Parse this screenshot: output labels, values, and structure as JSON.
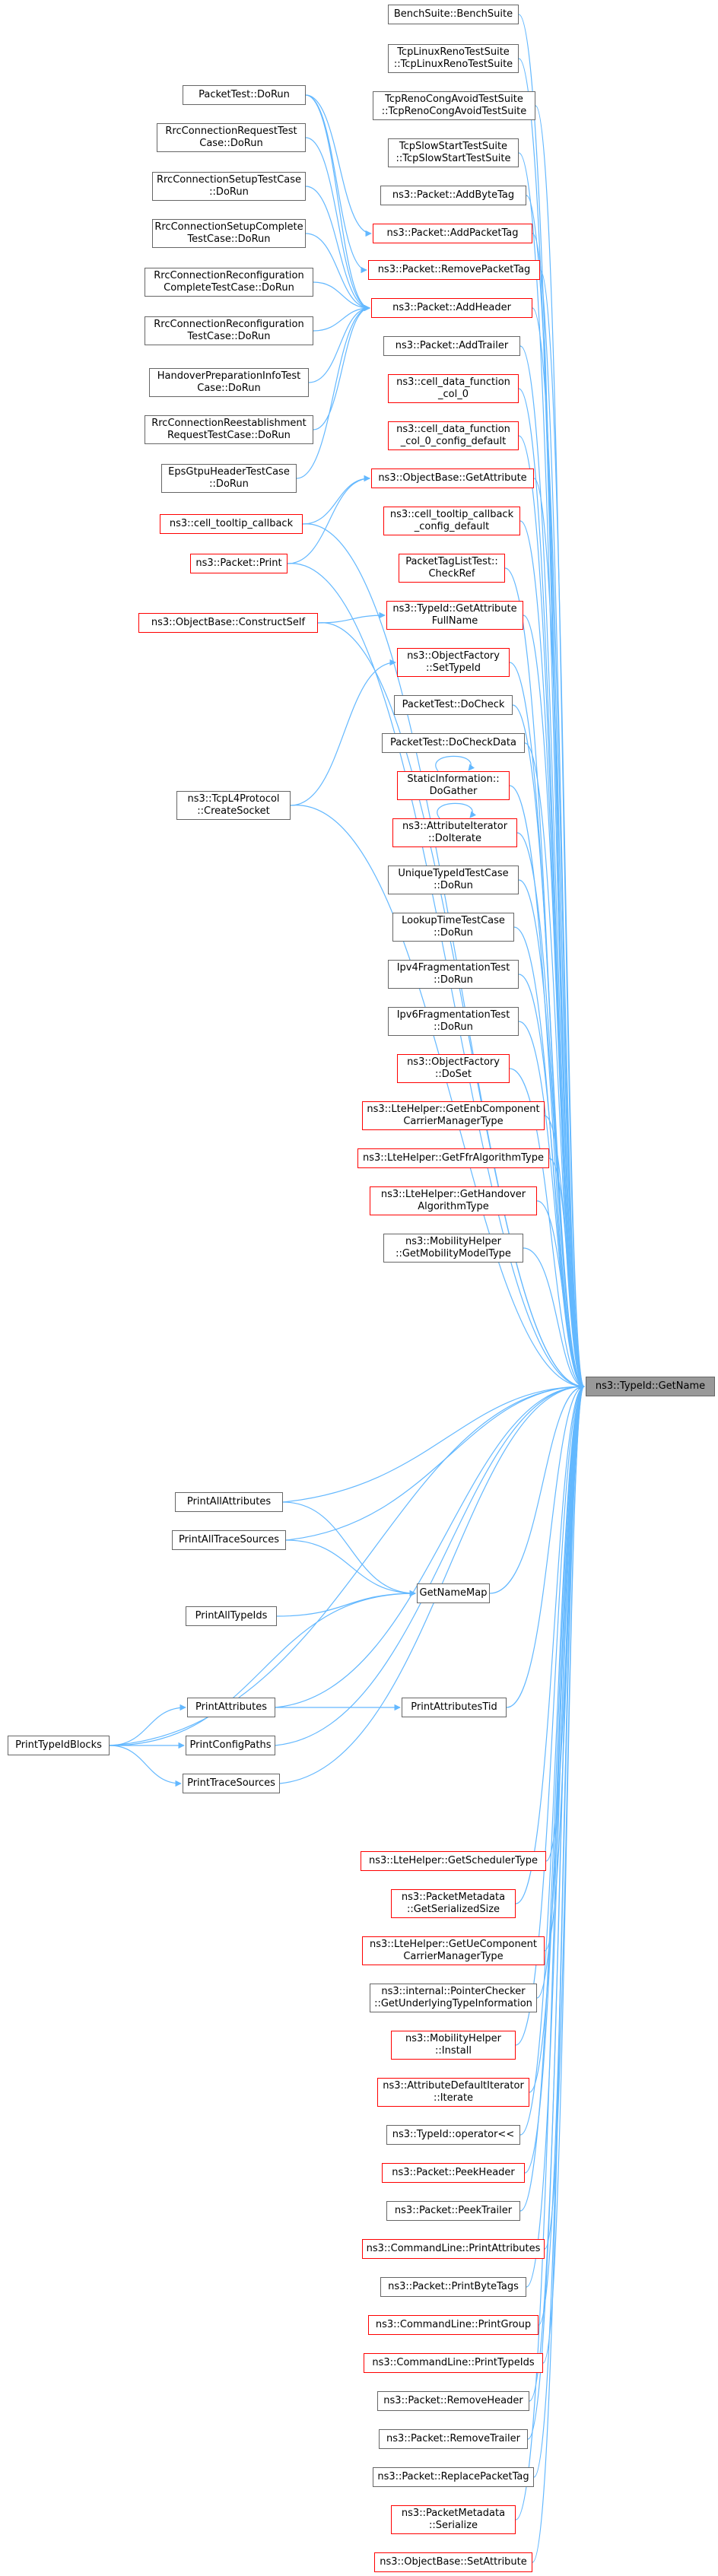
{
  "graph": {
    "target": "ns3::TypeId::GetName",
    "colors": {
      "edge": "#63b8ff",
      "normal_border": "#666666",
      "red_border": "#ff0000",
      "target_fill": "#999999"
    },
    "nodes": [
      {
        "id": "n0",
        "label": "BenchSuite::BenchSuite",
        "style": "normal"
      },
      {
        "id": "n1",
        "label": "TcpLinuxRenoTestSuite\n::TcpLinuxRenoTestSuite",
        "style": "normal"
      },
      {
        "id": "n2",
        "label": "TcpRenoCongAvoidTestSuite\n::TcpRenoCongAvoidTestSuite",
        "style": "normal"
      },
      {
        "id": "n3",
        "label": "TcpSlowStartTestSuite\n::TcpSlowStartTestSuite",
        "style": "normal"
      },
      {
        "id": "n4",
        "label": "ns3::Packet::AddByteTag",
        "style": "normal"
      },
      {
        "id": "n5",
        "label": "ns3::Packet::AddPacketTag",
        "style": "red"
      },
      {
        "id": "n6",
        "label": "ns3::Packet::RemovePacketTag",
        "style": "red"
      },
      {
        "id": "n7",
        "label": "ns3::Packet::AddHeader",
        "style": "red"
      },
      {
        "id": "n8",
        "label": "ns3::Packet::AddTrailer",
        "style": "normal"
      },
      {
        "id": "n9",
        "label": "ns3::cell_data_function\n_col_0",
        "style": "red"
      },
      {
        "id": "n10",
        "label": "ns3::cell_data_function\n_col_0_config_default",
        "style": "red"
      },
      {
        "id": "n11",
        "label": "ns3::ObjectBase::GetAttribute",
        "style": "red"
      },
      {
        "id": "n12",
        "label": "ns3::cell_tooltip_callback\n_config_default",
        "style": "red"
      },
      {
        "id": "n13",
        "label": "PacketTagListTest::\nCheckRef",
        "style": "red"
      },
      {
        "id": "n14",
        "label": "ns3::TypeId::GetAttribute\nFullName",
        "style": "red"
      },
      {
        "id": "n15",
        "label": "ns3::ObjectFactory\n::SetTypeId",
        "style": "red"
      },
      {
        "id": "n16",
        "label": "PacketTest::DoCheck",
        "style": "normal"
      },
      {
        "id": "n17",
        "label": "PacketTest::DoCheckData",
        "style": "normal"
      },
      {
        "id": "n18",
        "label": "StaticInformation::\nDoGather",
        "style": "red"
      },
      {
        "id": "n19",
        "label": "ns3::AttributeIterator\n::DoIterate",
        "style": "red"
      },
      {
        "id": "n20",
        "label": "UniqueTypeIdTestCase\n::DoRun",
        "style": "normal"
      },
      {
        "id": "n21",
        "label": "LookupTimeTestCase\n::DoRun",
        "style": "normal"
      },
      {
        "id": "n22",
        "label": "Ipv4FragmentationTest\n::DoRun",
        "style": "normal"
      },
      {
        "id": "n23",
        "label": "Ipv6FragmentationTest\n::DoRun",
        "style": "normal"
      },
      {
        "id": "n24",
        "label": "ns3::ObjectFactory\n::DoSet",
        "style": "red"
      },
      {
        "id": "n25",
        "label": "ns3::LteHelper::GetEnbComponent\nCarrierManagerType",
        "style": "red"
      },
      {
        "id": "n26",
        "label": "ns3::LteHelper::GetFfrAlgorithmType",
        "style": "red"
      },
      {
        "id": "n27",
        "label": "ns3::LteHelper::GetHandover\nAlgorithmType",
        "style": "red"
      },
      {
        "id": "n28",
        "label": "ns3::MobilityHelper\n::GetMobilityModelType",
        "style": "normal"
      },
      {
        "id": "n29",
        "label": "GetNameMap",
        "style": "normal"
      },
      {
        "id": "n30",
        "label": "PrintAttributesTid",
        "style": "normal"
      },
      {
        "id": "n31",
        "label": "ns3::LteHelper::GetSchedulerType",
        "style": "red"
      },
      {
        "id": "n32",
        "label": "ns3::PacketMetadata\n::GetSerializedSize",
        "style": "red"
      },
      {
        "id": "n33",
        "label": "ns3::LteHelper::GetUeComponent\nCarrierManagerType",
        "style": "red"
      },
      {
        "id": "n34",
        "label": "ns3::internal::PointerChecker\n::GetUnderlyingTypeInformation",
        "style": "normal"
      },
      {
        "id": "n35",
        "label": "ns3::MobilityHelper\n::Install",
        "style": "red"
      },
      {
        "id": "n36",
        "label": "ns3::AttributeDefaultIterator\n::Iterate",
        "style": "red"
      },
      {
        "id": "n37",
        "label": "ns3::TypeId::operator<<",
        "style": "normal"
      },
      {
        "id": "n38",
        "label": "ns3::Packet::PeekHeader",
        "style": "red"
      },
      {
        "id": "n39",
        "label": "ns3::Packet::PeekTrailer",
        "style": "normal"
      },
      {
        "id": "n40",
        "label": "ns3::CommandLine::PrintAttributes",
        "style": "red"
      },
      {
        "id": "n41",
        "label": "ns3::Packet::PrintByteTags",
        "style": "normal"
      },
      {
        "id": "n42",
        "label": "ns3::CommandLine::PrintGroup",
        "style": "red"
      },
      {
        "id": "n43",
        "label": "ns3::CommandLine::PrintTypeIds",
        "style": "red"
      },
      {
        "id": "n44",
        "label": "ns3::Packet::RemoveHeader",
        "style": "normal"
      },
      {
        "id": "n45",
        "label": "ns3::Packet::RemoveTrailer",
        "style": "normal"
      },
      {
        "id": "n46",
        "label": "ns3::Packet::ReplacePacketTag",
        "style": "normal"
      },
      {
        "id": "n47",
        "label": "ns3::PacketMetadata\n::Serialize",
        "style": "red"
      },
      {
        "id": "n48",
        "label": "ns3::ObjectBase::SetAttribute",
        "style": "red"
      },
      {
        "id": "t",
        "label": "ns3::TypeId::GetName",
        "style": "target"
      },
      {
        "id": "a0",
        "label": "PacketTest::DoRun",
        "style": "normal"
      },
      {
        "id": "a1",
        "label": "RrcConnectionRequestTest\nCase::DoRun",
        "style": "normal"
      },
      {
        "id": "a2",
        "label": "RrcConnectionSetupTestCase\n::DoRun",
        "style": "normal"
      },
      {
        "id": "a3",
        "label": "RrcConnectionSetupComplete\nTestCase::DoRun",
        "style": "normal"
      },
      {
        "id": "a4",
        "label": "RrcConnectionReconfiguration\nCompleteTestCase::DoRun",
        "style": "normal"
      },
      {
        "id": "a5",
        "label": "RrcConnectionReconfiguration\nTestCase::DoRun",
        "style": "normal"
      },
      {
        "id": "a6",
        "label": "HandoverPreparationInfoTest\nCase::DoRun",
        "style": "normal"
      },
      {
        "id": "a7",
        "label": "RrcConnectionReestablishment\nRequestTestCase::DoRun",
        "style": "normal"
      },
      {
        "id": "a8",
        "label": "EpsGtpuHeaderTestCase\n::DoRun",
        "style": "normal"
      },
      {
        "id": "a9",
        "label": "ns3::cell_tooltip_callback",
        "style": "red"
      },
      {
        "id": "a10",
        "label": "ns3::Packet::Print",
        "style": "red"
      },
      {
        "id": "a11",
        "label": "ns3::ObjectBase::ConstructSelf",
        "style": "red"
      },
      {
        "id": "a12",
        "label": "ns3::TcpL4Protocol\n::CreateSocket",
        "style": "normal"
      },
      {
        "id": "a13",
        "label": "PrintAllAttributes",
        "style": "normal"
      },
      {
        "id": "a14",
        "label": "PrintAllTraceSources",
        "style": "normal"
      },
      {
        "id": "a15",
        "label": "PrintAllTypeIds",
        "style": "normal"
      },
      {
        "id": "a16",
        "label": "PrintAttributes",
        "style": "normal"
      },
      {
        "id": "a17",
        "label": "PrintConfigPaths",
        "style": "normal"
      },
      {
        "id": "a18",
        "label": "PrintTraceSources",
        "style": "normal"
      },
      {
        "id": "a19",
        "label": "PrintTypeIdBlocks",
        "style": "normal"
      }
    ],
    "edges": [
      [
        "a0",
        "n5"
      ],
      [
        "a0",
        "n6"
      ],
      [
        "a0",
        "n7"
      ],
      [
        "a1",
        "n7"
      ],
      [
        "a2",
        "n7"
      ],
      [
        "a3",
        "n7"
      ],
      [
        "a4",
        "n7"
      ],
      [
        "a5",
        "n7"
      ],
      [
        "a6",
        "n7"
      ],
      [
        "a7",
        "n7"
      ],
      [
        "a8",
        "n7"
      ],
      [
        "a9",
        "n11"
      ],
      [
        "a10",
        "n11"
      ],
      [
        "a11",
        "n14"
      ],
      [
        "a12",
        "n15"
      ],
      [
        "n18",
        "n18"
      ],
      [
        "n19",
        "n19"
      ],
      [
        "a13",
        "n29"
      ],
      [
        "a14",
        "n29"
      ],
      [
        "a15",
        "n29"
      ],
      [
        "a16",
        "n30"
      ],
      [
        "a19",
        "a16"
      ],
      [
        "a19",
        "a17"
      ],
      [
        "a19",
        "a18"
      ],
      [
        "a19",
        "n29"
      ]
    ]
  }
}
